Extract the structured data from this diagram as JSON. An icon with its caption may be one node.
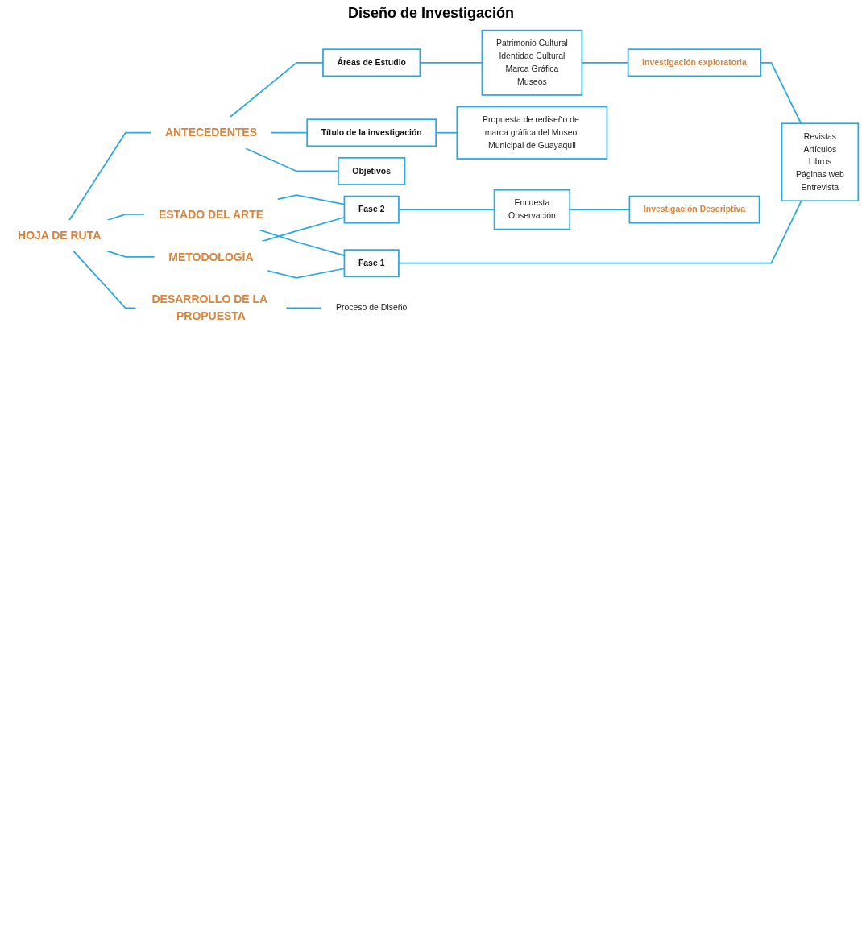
{
  "diagram": {
    "nodes": [
      {
        "text": [
          "HOJA DE RUTA"
        ]
      },
      {
        "text": [
          "ANTECEDENTES"
        ]
      },
      {
        "text": [
          "Áreas de Estudio"
        ]
      },
      {
        "text": [
          "Patrimonio Cultural",
          "Identidad Cultural",
          "Marca Gráfica",
          "Museos"
        ]
      },
      {
        "text": [
          "Investigación exploratoria"
        ]
      },
      {
        "text": [
          "Título de la investigación"
        ]
      },
      {
        "text": [
          "Propuesta de rediseño de marca gráfica del Museo Municipal de Guayaquil"
        ]
      },
      {
        "text": [
          "Objetivos"
        ]
      },
      {
        "text": [
          "ESTADO DEL ARTE"
        ]
      },
      {
        "text": [
          "Fase 1"
        ]
      },
      {
        "text": [
          "Revistas",
          "Artículos",
          "Libros",
          "Páginas web",
          "Entrevista"
        ]
      },
      {
        "text": [
          "METODOLOGÍA"
        ]
      },
      {
        "text": [
          "Fase 2"
        ]
      },
      {
        "text": [
          "Encuesta",
          "Observación"
        ]
      },
      {
        "text": [
          "Investigación Descriptiva"
        ]
      },
      {
        "text": [
          "DESARROLLO DE LA PROPUESTA"
        ]
      },
      {
        "text": [
          "Proceso de Diseño"
        ]
      }
    ],
    "edges": [
      {
        "from": 0,
        "to": 1,
        "arrow": "none"
      },
      {
        "from": 0,
        "to": 8,
        "arrow": "none"
      },
      {
        "from": 0,
        "to": 11,
        "arrow": "none"
      },
      {
        "from": 0,
        "to": 15,
        "arrow": "none"
      },
      {
        "from": 1,
        "to": 2,
        "arrow": "none"
      },
      {
        "from": 1,
        "to": 5,
        "arrow": "none"
      },
      {
        "from": 1,
        "to": 7,
        "arrow": "none"
      },
      {
        "from": 2,
        "to": 3,
        "arrow": "none"
      },
      {
        "from": 3,
        "to": 4,
        "arrow": "none"
      },
      {
        "from": 5,
        "to": 6,
        "arrow": "none"
      },
      {
        "from": 4,
        "to": 10,
        "arrow": "none"
      },
      {
        "from": 8,
        "to": 9,
        "arrow": "none"
      },
      {
        "from": 8,
        "to": 12,
        "arrow": "none"
      },
      {
        "from": 11,
        "to": 9,
        "arrow": "none"
      },
      {
        "from": 11,
        "to": 12,
        "arrow": "none"
      },
      {
        "from": 9,
        "to": 10,
        "arrow": "none"
      },
      {
        "from": 12,
        "to": 13,
        "arrow": "none"
      },
      {
        "from": 13,
        "to": 14,
        "arrow": "none"
      },
      {
        "from": 15,
        "to": 16,
        "arrow": "none"
      }
    ],
    "labels": [
      "Diseño de Investigación"
    ]
  }
}
